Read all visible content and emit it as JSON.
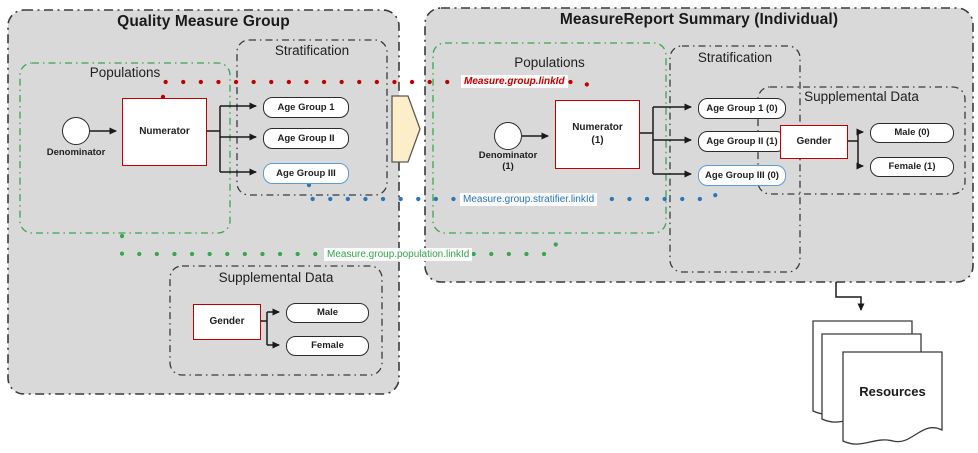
{
  "colors": {
    "panel_fill": "#d9d9d9",
    "border_dark": "#3a3a3a",
    "red": "#c00000",
    "blue": "#2e75b6",
    "blue_light": "#5b9bd5",
    "green": "#3aa551",
    "chevron_fill": "#fbeec8"
  },
  "left_panel": {
    "title": "Quality Measure Group",
    "populations": {
      "label": "Populations",
      "denominator": "Denominator",
      "numerator": "Numerator"
    },
    "stratification": {
      "label": "Stratification",
      "strata": [
        "Age Group 1",
        "Age Group II",
        "Age Group III"
      ]
    },
    "supplemental": {
      "label": "Supplemental Data",
      "gender": "Gender",
      "values": [
        "Male",
        "Female"
      ]
    }
  },
  "right_panel": {
    "title": "MeasureReport Summary (Individual)",
    "populations": {
      "label": "Populations",
      "denominator": "Denominator",
      "denominator_count": "(1)",
      "numerator": "Numerator",
      "numerator_count": "(1)"
    },
    "stratification": {
      "label": "Stratification",
      "strata": [
        "Age Group 1 (0)",
        "Age Group II (1)",
        "Age Group III (0)"
      ]
    },
    "supplemental": {
      "label": "Supplemental Data",
      "gender": "Gender",
      "values": [
        "Male (0)",
        "Female (1)"
      ]
    }
  },
  "links": {
    "group": "Measure.group.linkId",
    "stratifier": "Measure.group.stratifier.linkId",
    "population": "Measure.group.population.linkId"
  },
  "resources": {
    "label": "Resources"
  }
}
